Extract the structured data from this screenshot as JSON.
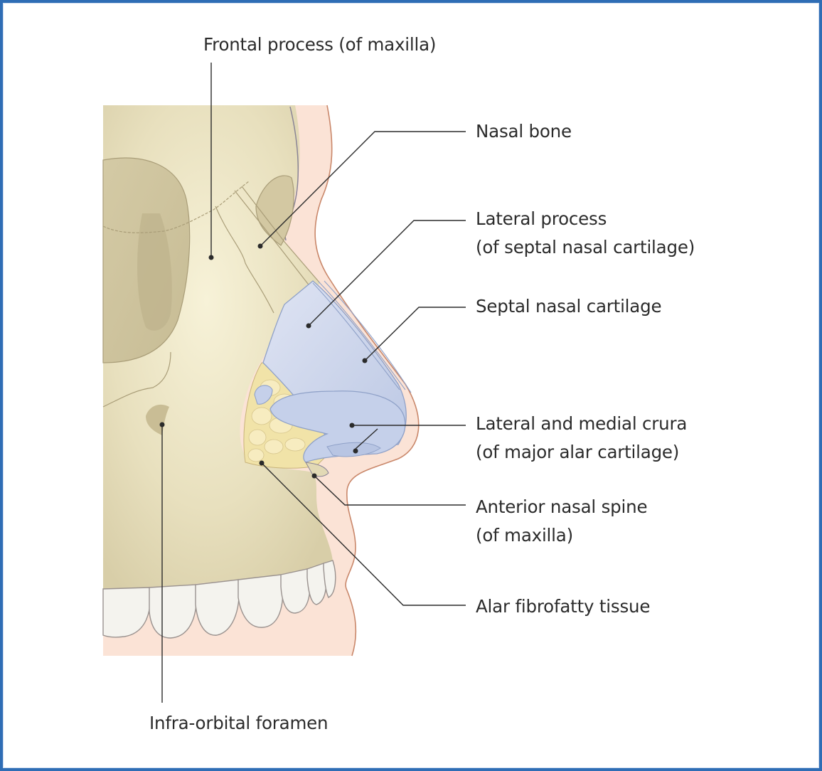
{
  "figure": {
    "subject": "Nasal skeleton, lateral view",
    "labels": {
      "frontal_process": {
        "line1": "Frontal process (of maxilla)"
      },
      "nasal_bone": {
        "line1": "Nasal bone"
      },
      "lateral_process": {
        "line1": "Lateral process",
        "line2": "(of septal nasal cartilage)"
      },
      "septal_cartilage": {
        "line1": "Septal nasal cartilage"
      },
      "crura": {
        "line1": "Lateral and medial crura",
        "line2": "(of major alar cartilage)"
      },
      "anterior_nasal_spine": {
        "line1": "Anterior nasal spine",
        "line2": "(of maxilla)"
      },
      "alar_fibrofatty": {
        "line1": "Alar fibrofatty tissue"
      },
      "infra_orbital": {
        "line1": "Infra-orbital foramen"
      }
    },
    "colors": {
      "frame_border": "#2f6db5",
      "bone": "#e9e2c2",
      "bone_light": "#f6f1d6",
      "bone_shadow": "#cfc5a1",
      "skin": "#fbe3d6",
      "skin_outline": "#c9876a",
      "cartilage": "#c9d3ea",
      "cartilage_outline": "#8fa1c8",
      "fat": "#f1e3a8",
      "teeth": "#f4f3ee",
      "leader_line": "#2b2b2b"
    }
  }
}
